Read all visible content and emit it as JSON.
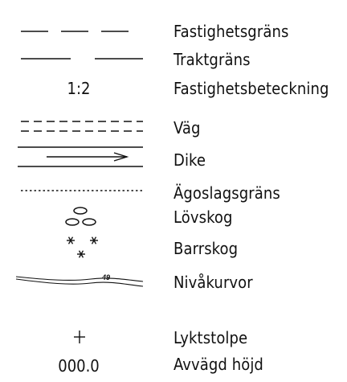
{
  "legend": {
    "items": [
      {
        "symbol": "dashed-line-long",
        "label": "Fastighetsgräns"
      },
      {
        "symbol": "dashed-line-wide",
        "label": "Traktgräns"
      },
      {
        "symbol": "text",
        "symbol_text": "1:2",
        "label": "Fastighetsbeteckning"
      },
      {
        "symbol": "double-dashed-line",
        "label": "Väg"
      },
      {
        "symbol": "arrow-between-lines",
        "label": "Dike"
      },
      {
        "symbol": "dotted-line",
        "label": "Ägoslagsgräns"
      },
      {
        "symbol": "ellipses",
        "label": "Lövskog"
      },
      {
        "symbol": "asterisks",
        "label": "Barrskog"
      },
      {
        "symbol": "contour-lines",
        "symbol_text": "49",
        "label": "Nivåkurvor"
      },
      {
        "symbol": "plus-mark",
        "label": "Lyktstolpe"
      },
      {
        "symbol": "text",
        "symbol_text": "000.0",
        "label": "Avvägd höjd"
      }
    ]
  },
  "colors": {
    "ink": "#111111",
    "background": "#ffffff"
  }
}
